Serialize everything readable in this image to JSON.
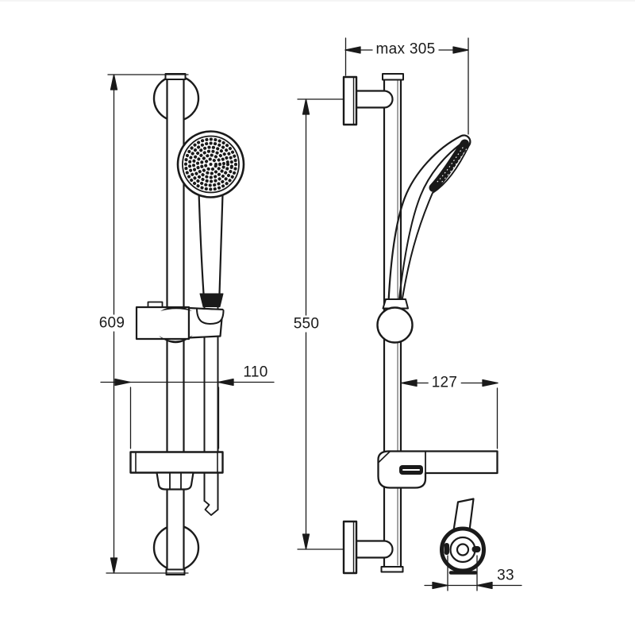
{
  "diagram": {
    "kind": "technical installation drawing",
    "subject": "Shower slide rail kit with hand shower, hose and soap dish - front and side elevations plus wall bracket bottom detail",
    "units": "mm",
    "colors": {
      "line": "#1a1a1a",
      "background": "#ffffff"
    },
    "dimensions": {
      "rail_height": {
        "label": "609",
        "view": "front",
        "orientation": "vertical"
      },
      "dish_width": {
        "label": "110",
        "view": "front",
        "orientation": "horizontal"
      },
      "max_projection": {
        "label": "max 305",
        "view": "side",
        "orientation": "horizontal"
      },
      "bracket_spacing": {
        "label": "550",
        "view": "side",
        "orientation": "vertical"
      },
      "dish_projection": {
        "label": "127",
        "view": "side",
        "orientation": "horizontal"
      },
      "slot_spacing": {
        "label": "33",
        "view": "detail",
        "orientation": "horizontal"
      }
    }
  }
}
